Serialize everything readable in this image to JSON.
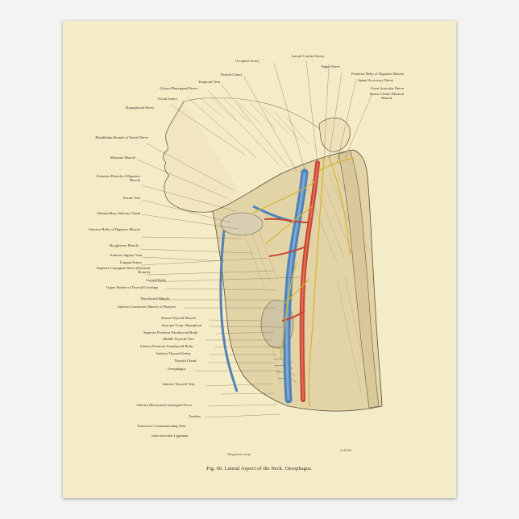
{
  "caption": "Fig. 66.   Lateral Aspect of the Neck.   Oesophagus.",
  "signatures": {
    "engraver": "Wingammer sculp.",
    "artist": "Gr.Fuhrl."
  },
  "labels_top": [
    "Occipital Artery",
    "Lateral Carotid Artery",
    "Vagus Nerve",
    "Posterior Belly of Digastric Muscle",
    "Spinal Accessory Nerve",
    "Great Auricular Nerve",
    "Sterno-Cleido-Mastoid Muscle",
    "Parotid Gland",
    "Temporal Vein",
    "Glosso-Pharyngeal Nerve",
    "Facial Artery",
    "Hypoglossal Nerve"
  ],
  "labels_left": [
    "Mandibular Branch of Facial Nerve",
    "Masseter Muscle",
    "Posterior Branch of Digastric Muscle",
    "Facial Vein",
    "Submaxillary Salivary Gland",
    "Anterior Belly of Digastric Muscle",
    "Hyoglossus Muscle",
    "Anterior Jugular Vein",
    "Lingual Artery",
    "Superior Laryngeal Nerve (External Branch)",
    "Carotid Body",
    "Upper Border of Thyroid Cartilage",
    "Thyrohyoid Muscle",
    "Inferior Constrictor Muscle of Pharynx",
    "Sterno-Thyroid Muscle",
    "Ansa per Loop. Hypoglossi",
    "Superior Posterior Parathyroid Body",
    "Middle Thyroid Vein",
    "Inferior Posterior Parathyroid Body",
    "Inferior Thyroid Artery",
    "Thyroid Gland",
    "Oesophagus",
    "Inferior Thyroid Vein",
    "Inferior (Recurrent) Laryngeal Nerve",
    "Trachea",
    "Transverse Communicating Vein",
    "Interclavicular Ligament"
  ]
}
